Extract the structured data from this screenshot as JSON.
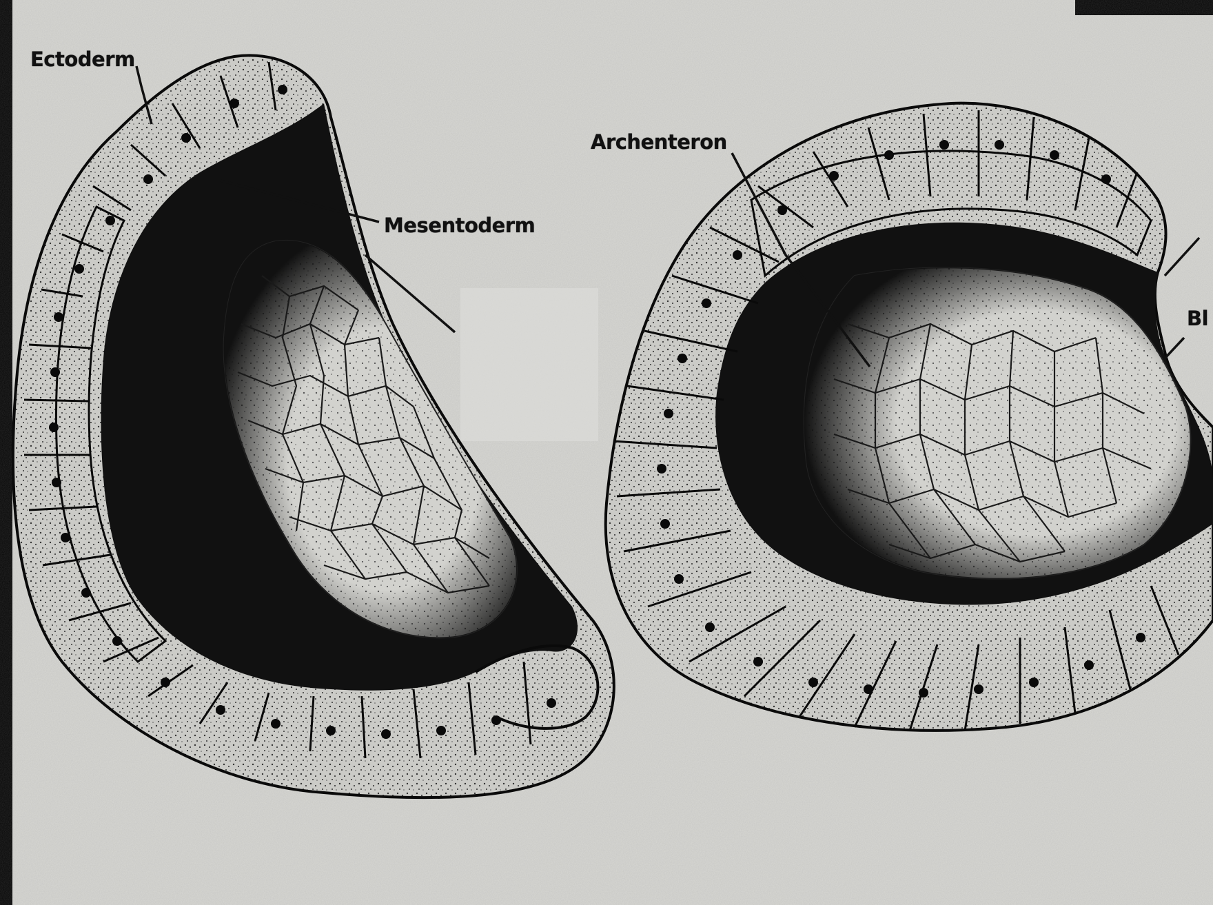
{
  "slide": {
    "left_figure": {
      "labels": {
        "ectoderm": "Ectoderm",
        "mesentoderm": "Mesentoderm"
      }
    },
    "right_figure": {
      "labels": {
        "archenteron": "Archenteron",
        "blastopore_cut": "Bl"
      }
    },
    "colors": {
      "background": "#d8d8d4",
      "dark_fill": "#111111",
      "cell_fill": "#c9c9c5",
      "outline": "#0a0a0a"
    }
  }
}
